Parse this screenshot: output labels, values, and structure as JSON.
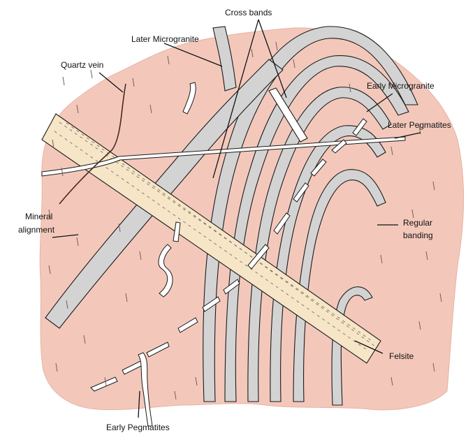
{
  "labels": {
    "cross_bands": "Cross bands",
    "later_microgranite": "Later Microgranite",
    "quartz_vein": "Quartz vein",
    "early_microgranite": "Early Microgranite",
    "later_pegmatites": "Later Pegmatites",
    "mineral_alignment": [
      "Mineral",
      "alignment"
    ],
    "regular_banding": [
      "Regular",
      "banding"
    ],
    "felsite": "Felsite",
    "early_pegmatites": "Early Pegmatites"
  },
  "colors": {
    "host_rock": "#f3c8bb",
    "bands": "#d3d3d4",
    "felsite": "#f6e5c6",
    "veins": "#ffffff",
    "ink": "#1a1a1a"
  }
}
